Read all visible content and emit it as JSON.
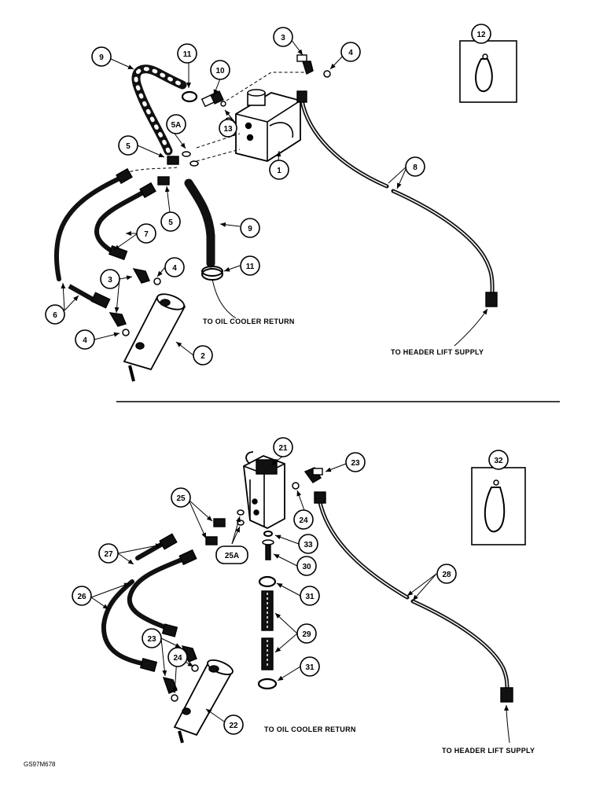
{
  "top": {
    "callouts": {
      "c1": "1",
      "c2": "2",
      "c3a": "3",
      "c3b": "3",
      "c4a": "4",
      "c4b": "4",
      "c4c": "4",
      "c5a": "5",
      "c5b": "5",
      "c5A": "5A",
      "c6": "6",
      "c7": "7",
      "c8": "8",
      "c9a": "9",
      "c9b": "9",
      "c10": "10",
      "c11a": "11",
      "c11b": "11",
      "c12": "12",
      "c13": "13"
    },
    "labels": {
      "oil_cooler": "TO OIL COOLER RETURN",
      "header_lift": "TO HEADER LIFT SUPPLY"
    }
  },
  "bottom": {
    "callouts": {
      "c21": "21",
      "c22": "22",
      "c23a": "23",
      "c23b": "23",
      "c24a": "24",
      "c24b": "24",
      "c25": "25",
      "c25A": "25A",
      "c26": "26",
      "c27": "27",
      "c28": "28",
      "c29": "29",
      "c30": "30",
      "c31a": "31",
      "c31b": "31",
      "c32": "32",
      "c33": "33"
    },
    "labels": {
      "oil_cooler": "TO OIL COOLER RETURN",
      "header_lift": "TO HEADER LIFT SUPPLY"
    }
  },
  "figure_code": "GS97M678"
}
